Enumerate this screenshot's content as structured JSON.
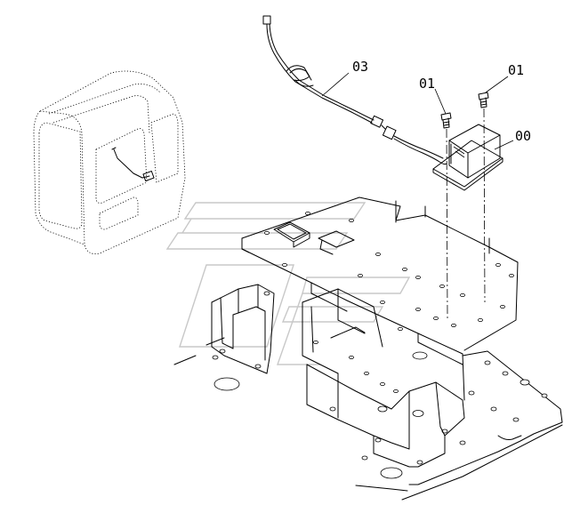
{
  "callouts": [
    {
      "id": "harness",
      "text": "03"
    },
    {
      "id": "bolt_left",
      "text": "01"
    },
    {
      "id": "bolt_right",
      "text": "01"
    },
    {
      "id": "controller",
      "text": "00"
    }
  ]
}
